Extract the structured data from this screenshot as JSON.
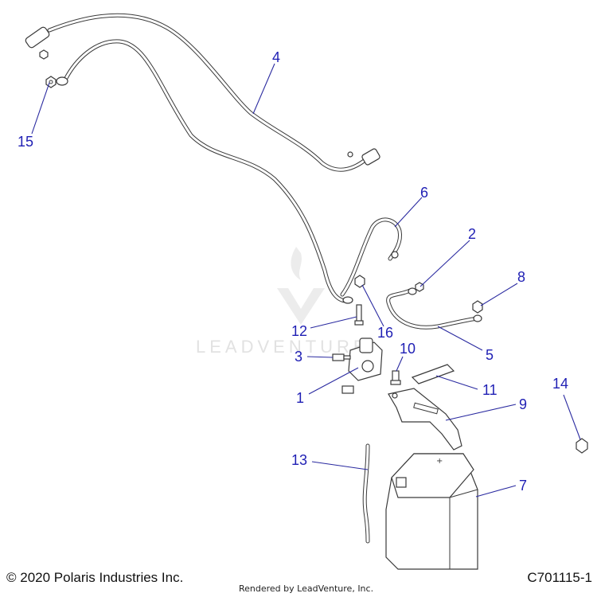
{
  "callouts": {
    "c1": "1",
    "c2": "2",
    "c3": "3",
    "c4": "4",
    "c5": "5",
    "c6": "6",
    "c7": "7",
    "c8": "8",
    "c9": "9",
    "c10": "10",
    "c11": "11",
    "c12": "12",
    "c13": "13",
    "c14": "14",
    "c15": "15",
    "c16": "16"
  },
  "watermark": "LEADVENTURE",
  "footer": {
    "copyright": "© 2020 Polaris Industries Inc.",
    "rendered_by": "Rendered by LeadVenture, Inc.",
    "diagram_code": "C701115-1"
  },
  "colors": {
    "callout": "#1f1fb4",
    "leader": "#2a2aa0",
    "line_art": "#3a3a3a",
    "watermark": "#e2e2e2"
  }
}
